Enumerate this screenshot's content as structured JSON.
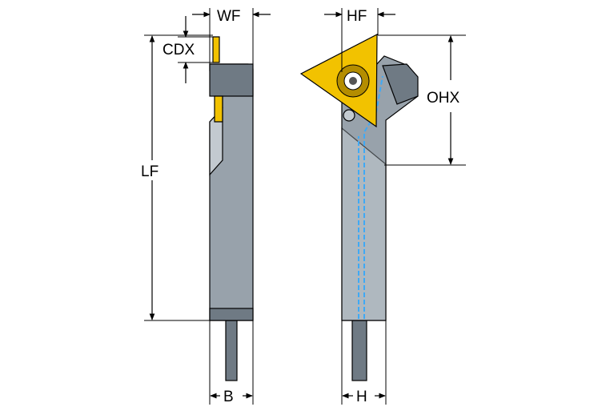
{
  "diagram": {
    "labels": {
      "wf": "WF",
      "hf": "HF",
      "cdx": "CDX",
      "ohx": "OHX",
      "lf": "LF",
      "b": "B",
      "h": "H"
    },
    "colors": {
      "tool_body": "#98a2ab",
      "tool_body_dark": "#6f7a84",
      "tool_body_light": "#c3cad0",
      "insert": "#f2c200",
      "coolant_channel": "#3fa9f5",
      "dimension_lines": "#000000"
    }
  }
}
